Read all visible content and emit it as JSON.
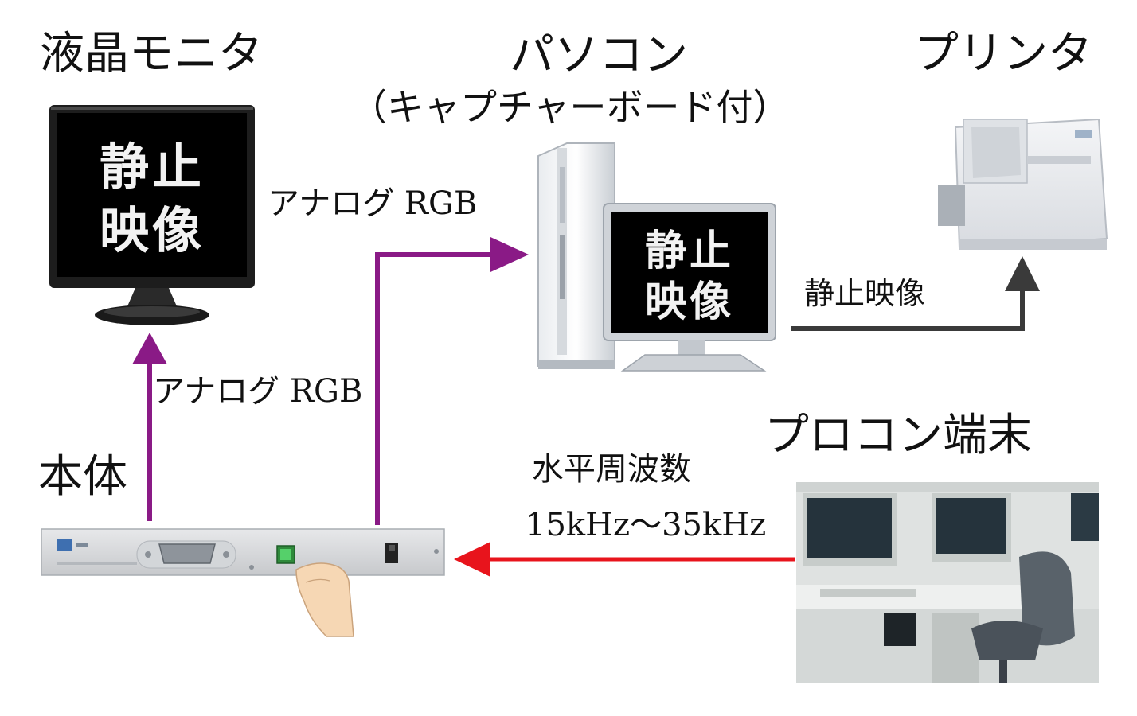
{
  "devices": {
    "monitor_title": "液晶モニタ",
    "pc_title": "パソコン",
    "pc_subtitle": "（キャプチャーボード付）",
    "printer_title": "プリンタ",
    "terminal_title": "プロコン端末",
    "body_title": "本体"
  },
  "screens": {
    "monitor_line1": "静止",
    "monitor_line2": "映像",
    "pc_line1": "静止",
    "pc_line2": "映像"
  },
  "connections": {
    "monitor_to_pc": "アナログ RGB",
    "body_to_monitor": "アナログ RGB",
    "pc_to_printer": "静止映像",
    "terminal_signal": "水平周波数",
    "terminal_range": "15kHz～35kHz"
  },
  "colors": {
    "rgb_arrow": "#8a1a86",
    "signal_arrow": "#e8141c",
    "print_arrow": "#3a3a3a"
  }
}
